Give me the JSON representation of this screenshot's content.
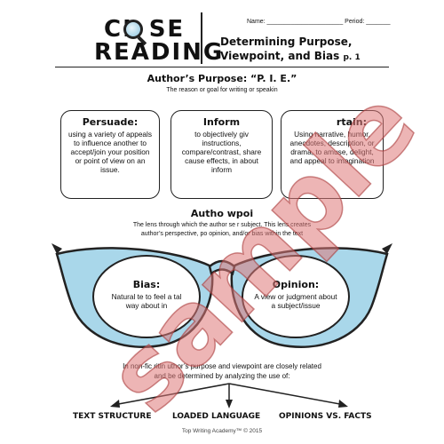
{
  "header": {
    "logo_line1": "CL SE",
    "logo_line2": "READING",
    "name_field": "Name: ______________________    Period: _______",
    "title_line1": "Determining Purpose,",
    "title_line2": "Viewpoint, and Bias",
    "page_ref": "p. 1"
  },
  "purpose": {
    "title": "Author’s Purpose: “P. I. E.”",
    "subtitle": "The reason or goal for writing or speakin"
  },
  "boxes": [
    {
      "heading": "Persuade:",
      "text": "using a variety of appeals to influence another to accept/join your position or point of view on an issue."
    },
    {
      "heading": "Inform",
      "text": "to objectively giv instructions, compare/contrast, share cause effects, in about inform"
    },
    {
      "heading": "rtain:",
      "text": "Using narrative, humor, anecdotes, description, or drama, to amuse, delight, and appeal to imagination"
    }
  ],
  "viewpoint": {
    "title": "Autho        wpoi",
    "desc_line1": "The lens through which the author se      r subject.  This lens creates",
    "desc_line2": "author’s perspective, po       opinion, and/or bias within the text"
  },
  "lenses": {
    "left_heading": "Bias:",
    "left_text": "Natural te          to feel a       tal way about         in",
    "right_heading": "Opinion:",
    "right_text": "A view or judgment about a subject/issue"
  },
  "summary": {
    "line1": "In non-fic       ritin  uthor’s purpose and viewpoint are closely related",
    "line2": "and        be determined by analyzing the use of:"
  },
  "bottom_labels": [
    "TEXT STRUCTURE",
    "LOADED LANGUAGE",
    "OPINIONS VS. FACTS"
  ],
  "footer": "Top Writing Academy™ © 2015",
  "watermark": "sample",
  "colors": {
    "lens_blue": "#a9d7ea",
    "watermark": "#de7878"
  }
}
